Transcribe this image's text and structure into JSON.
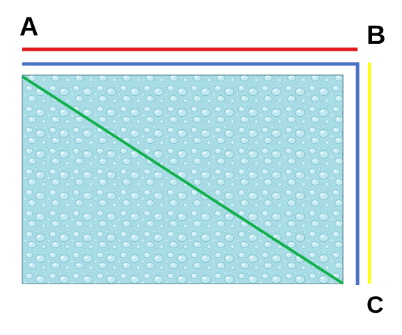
{
  "labels": {
    "a": "A",
    "b": "B",
    "c": "C"
  },
  "colors": {
    "top_line": "#e11b1b",
    "frame_line": "#4a72c4",
    "side_line": "#ffff00",
    "diagonal": "#11b04a",
    "rect_fill": "#a9dde6",
    "rect_border": "#4a7d8a"
  },
  "rectangle_texture": "water-droplets"
}
